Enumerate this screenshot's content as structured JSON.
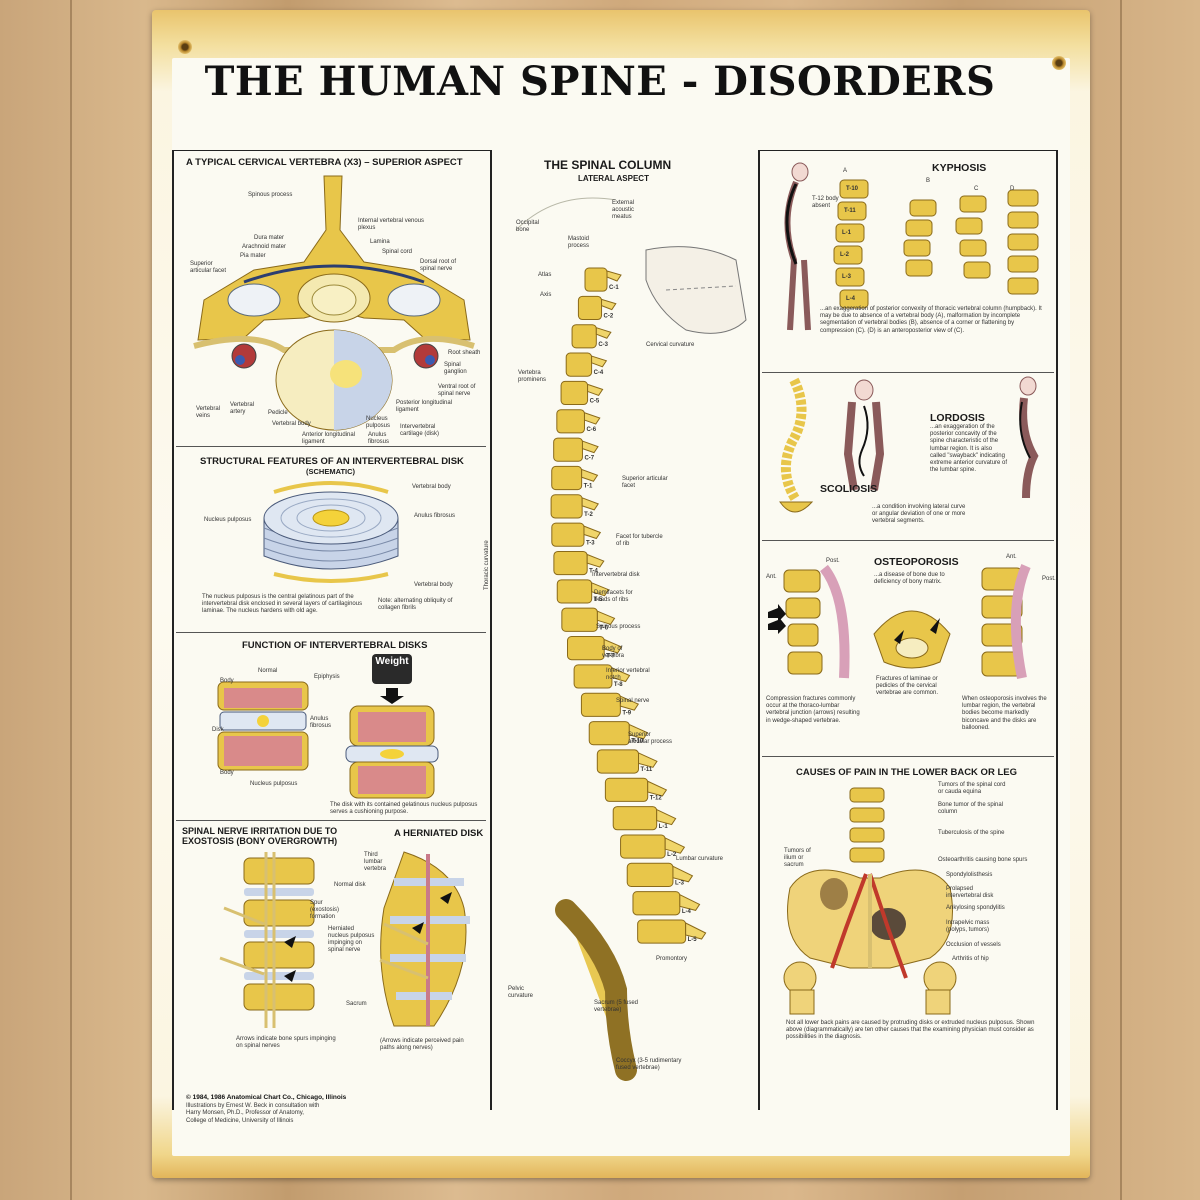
{
  "poster": {
    "title": "THE HUMAN SPINE - DISORDERS",
    "colors": {
      "bone": "#e8c64a",
      "disk": "#c8d4e8",
      "nerve": "#d8c070",
      "vessel": "#c0392b",
      "border": "#e2b55a"
    }
  },
  "cervical": {
    "heading": "A TYPICAL CERVICAL VERTEBRA (X3) – SUPERIOR ASPECT",
    "labels": [
      "Spinous process",
      "Internal vertebral venous plexus",
      "Dura mater",
      "Lamina",
      "Arachnoid mater",
      "Spinal cord",
      "Pia mater",
      "Superior articular facet",
      "Dorsal root of spinal nerve",
      "Root sheath",
      "Spinal ganglion",
      "Ventral root of spinal nerve",
      "Posterior longitudinal ligament",
      "Vertebral veins",
      "Vertebral artery",
      "Pedicle",
      "Vertebral body",
      "Anterior longitudinal ligament",
      "Nucleus pulposus",
      "Anulus fibrosus",
      "Intervertebral cartilage (disk)"
    ]
  },
  "disk_structure": {
    "heading": "STRUCTURAL FEATURES OF AN INTERVERTEBRAL DISK",
    "subheading": "(SCHEMATIC)",
    "labels": [
      "Vertebral body",
      "Nucleus pulposus",
      "Anulus fibrosus",
      "Vertebral body"
    ],
    "note_left": "The nucleus pulposus is the central gelatinous part of the intervertebral disk enclosed in several layers of cartilaginous laminae. The nucleus hardens with old age.",
    "note_right": "Note: alternating obliquity of collagen fibrils"
  },
  "disk_function": {
    "heading": "FUNCTION OF INTERVERTEBRAL DISKS",
    "weight_label": "Weight",
    "labels": [
      "Normal",
      "Body",
      "Epiphysis",
      "Disk",
      "Anulus fibrosus",
      "Body",
      "Nucleus pulposus"
    ],
    "caption": "The disk with its contained gelatinous nucleus pulposus serves a cushioning purpose."
  },
  "exostosis": {
    "heading": "SPINAL NERVE IRRITATION DUE TO EXOSTOSIS (BONY OVERGROWTH)",
    "labels": [
      "Spur (exostosis) formation"
    ],
    "caption": "Arrows indicate bone spurs impinging on spinal nerves"
  },
  "herniated": {
    "heading": "A HERNIATED DISK",
    "labels": [
      "Third lumbar vertebra",
      "Normal disk",
      "Herniated nucleus pulposus impinging on spinal nerve",
      "Sacrum"
    ],
    "caption": "(Arrows indicate perceived pain paths along nerves)"
  },
  "column": {
    "heading": "THE SPINAL COLUMN",
    "subheading": "LATERAL ASPECT",
    "left_labels": [
      "Occipital bone",
      "Mastoid process",
      "Atlas",
      "Axis",
      "Vertebra prominens",
      "Thoracic curvature",
      "Pelvic curvature"
    ],
    "right_labels": [
      "External acoustic meatus",
      "Cervical curvature",
      "Superior articular facet",
      "Facet for tubercle of rib",
      "Intervertebral disk",
      "Demifacets for heads of ribs",
      "Spinous process",
      "Body of vertebra",
      "Inferior vertebral notch",
      "Spinal nerve",
      "Superior articular process",
      "Lumbar curvature",
      "Promontory",
      "Sacrum (5 fused vertebrae)",
      "Coccyx (3-5 rudimentary fused vertebrae)"
    ],
    "vertebra_codes": [
      "C-1",
      "C-2",
      "C-3",
      "C-4",
      "C-5",
      "C-6",
      "C-7",
      "T-1",
      "T-2",
      "T-3",
      "T-4",
      "T-5",
      "T-6",
      "T-7",
      "T-8",
      "T-9",
      "T-10",
      "T-11",
      "T-12",
      "L-1",
      "L-2",
      "L-3",
      "L-4",
      "L-5"
    ]
  },
  "kyphosis": {
    "heading": "KYPHOSIS",
    "stage_letters": [
      "A",
      "B",
      "C",
      "D"
    ],
    "vertebra_codes": [
      "T-10",
      "T-11",
      "L-1",
      "L-2",
      "L-3",
      "L-4"
    ],
    "body_label": "T-12 body absent",
    "caption": "...an exaggeration of posterior convexity of thoracic vertebral column (humpback). It may be due to absence of a vertebral body (A), malformation by incomplete segmentation of vertebral bodies (B), absence of a corner or flattening by compression (C). (D) is an anteroposterior view of (C)."
  },
  "lordosis": {
    "heading": "LORDOSIS",
    "caption": "...an exaggeration of the posterior concavity of the spine characteristic of the lumbar region. It is also called \"swayback\" indicating extreme anterior curvature of the lumbar spine."
  },
  "scoliosis": {
    "heading": "SCOLIOSIS",
    "caption": "...a condition involving lateral curve or angular deviation of one or more vertebral segments."
  },
  "osteoporosis": {
    "heading": "OSTEOPOROSIS",
    "caption": "...a disease of bone due to deficiency of bony matrix.",
    "labels": [
      "Post.",
      "Ant.",
      "Ant.",
      "Post."
    ],
    "note_left": "Compression fractures commonly occur at the thoraco-lumbar vertebral junction (arrows) resulting in wedge-shaped vertebrae.",
    "note_mid": "Fractures of laminae or pedicles of the cervical vertebrae are common.",
    "note_right": "When osteoporosis involves the lumbar region, the vertebral bodies become markedly biconcave and the disks are ballooned."
  },
  "pain": {
    "heading": "CAUSES OF PAIN IN THE LOWER BACK OR LEG",
    "left_labels": [
      "Tumors of ilium or sacrum"
    ],
    "right_labels": [
      "Tumors of the spinal cord or cauda equina",
      "Bone tumor of the spinal column",
      "Tuberculosis of the spine",
      "Osteoarthritis causing bone spurs",
      "Spondylolisthesis",
      "Prolapsed intervertebral disk",
      "Ankylosing spondylitis",
      "Intrapelvic mass (polyps, tumors)",
      "Occlusion of vessels",
      "Arthritis of hip"
    ],
    "caption": "Not all lower back pains are caused by protruding disks or extruded nucleus pulposus. Shown above (diagrammatically) are ten other causes that the examining physician must consider as possibilities in the diagnosis."
  },
  "credits": {
    "copyright": "© 1984, 1986 Anatomical Chart Co., Chicago, Illinois",
    "line1": "Illustrations by Ernest W. Beck in consultation with",
    "line2": "Harry Monsen, Ph.D., Professor of Anatomy,",
    "line3": "College of Medicine, University of Illinois"
  }
}
